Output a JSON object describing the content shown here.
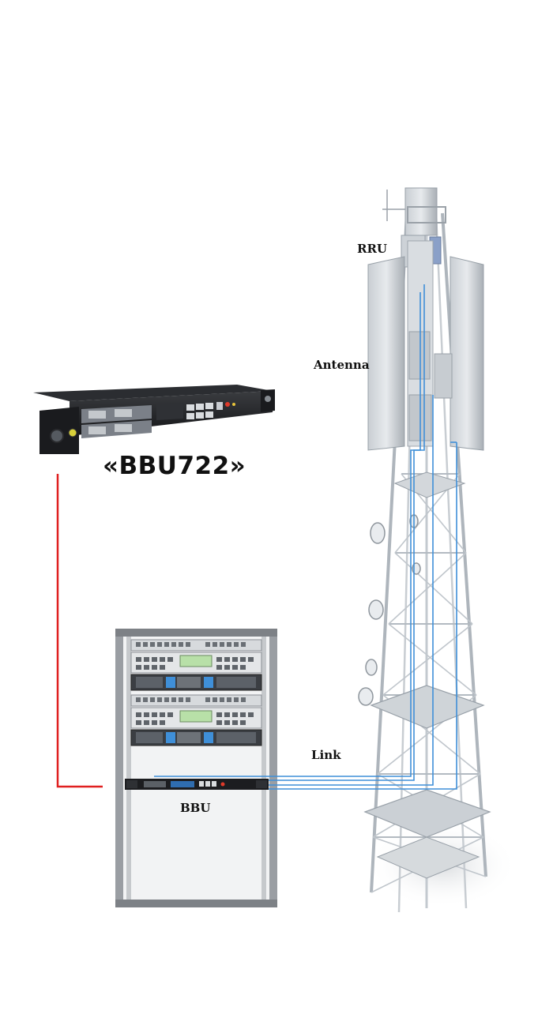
{
  "diagram": {
    "product_title": "«BBU722»",
    "labels": {
      "rru": "RRU",
      "antenna": "Antenna",
      "link": "Link",
      "bbu": "BBU"
    }
  },
  "colors": {
    "connection_line": "#e02020",
    "fiber_link": "#3f8fd8",
    "tower_steel": "#b9c0c7",
    "rack_frame": "#8e9297",
    "device_body": "#1c1d20"
  },
  "icons": {
    "bbu_device": "bbu722-rack-unit-icon",
    "tower": "cell-tower-icon",
    "rack": "server-rack-icon"
  }
}
